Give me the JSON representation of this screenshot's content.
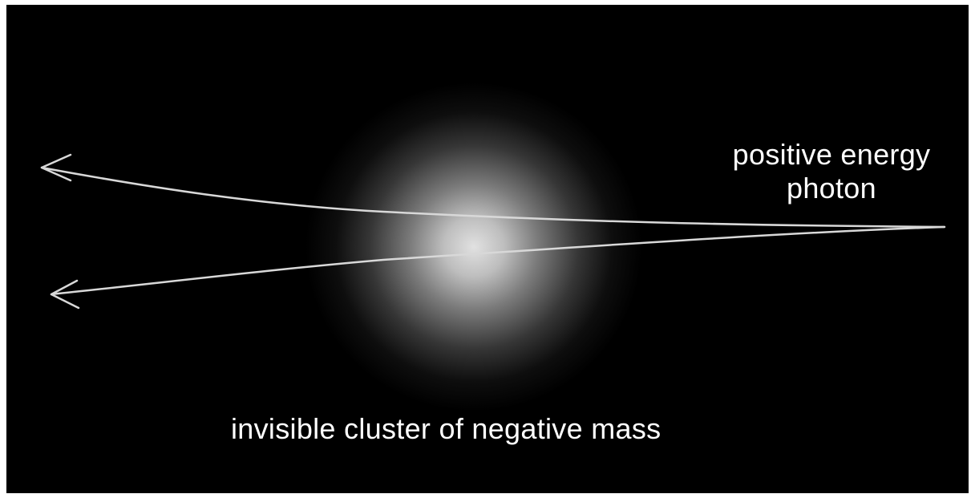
{
  "diagram": {
    "background_color": "#000000",
    "line_color": "#d8d8d8",
    "text_color": "#ffffff",
    "photon_label_line1": "positive energy",
    "photon_label_line2": "photon",
    "mass_label": "invisible cluster of negative mass",
    "elements": {
      "cluster": "radial-glow",
      "paths": 2,
      "arrowheads": "left-pointing"
    }
  }
}
